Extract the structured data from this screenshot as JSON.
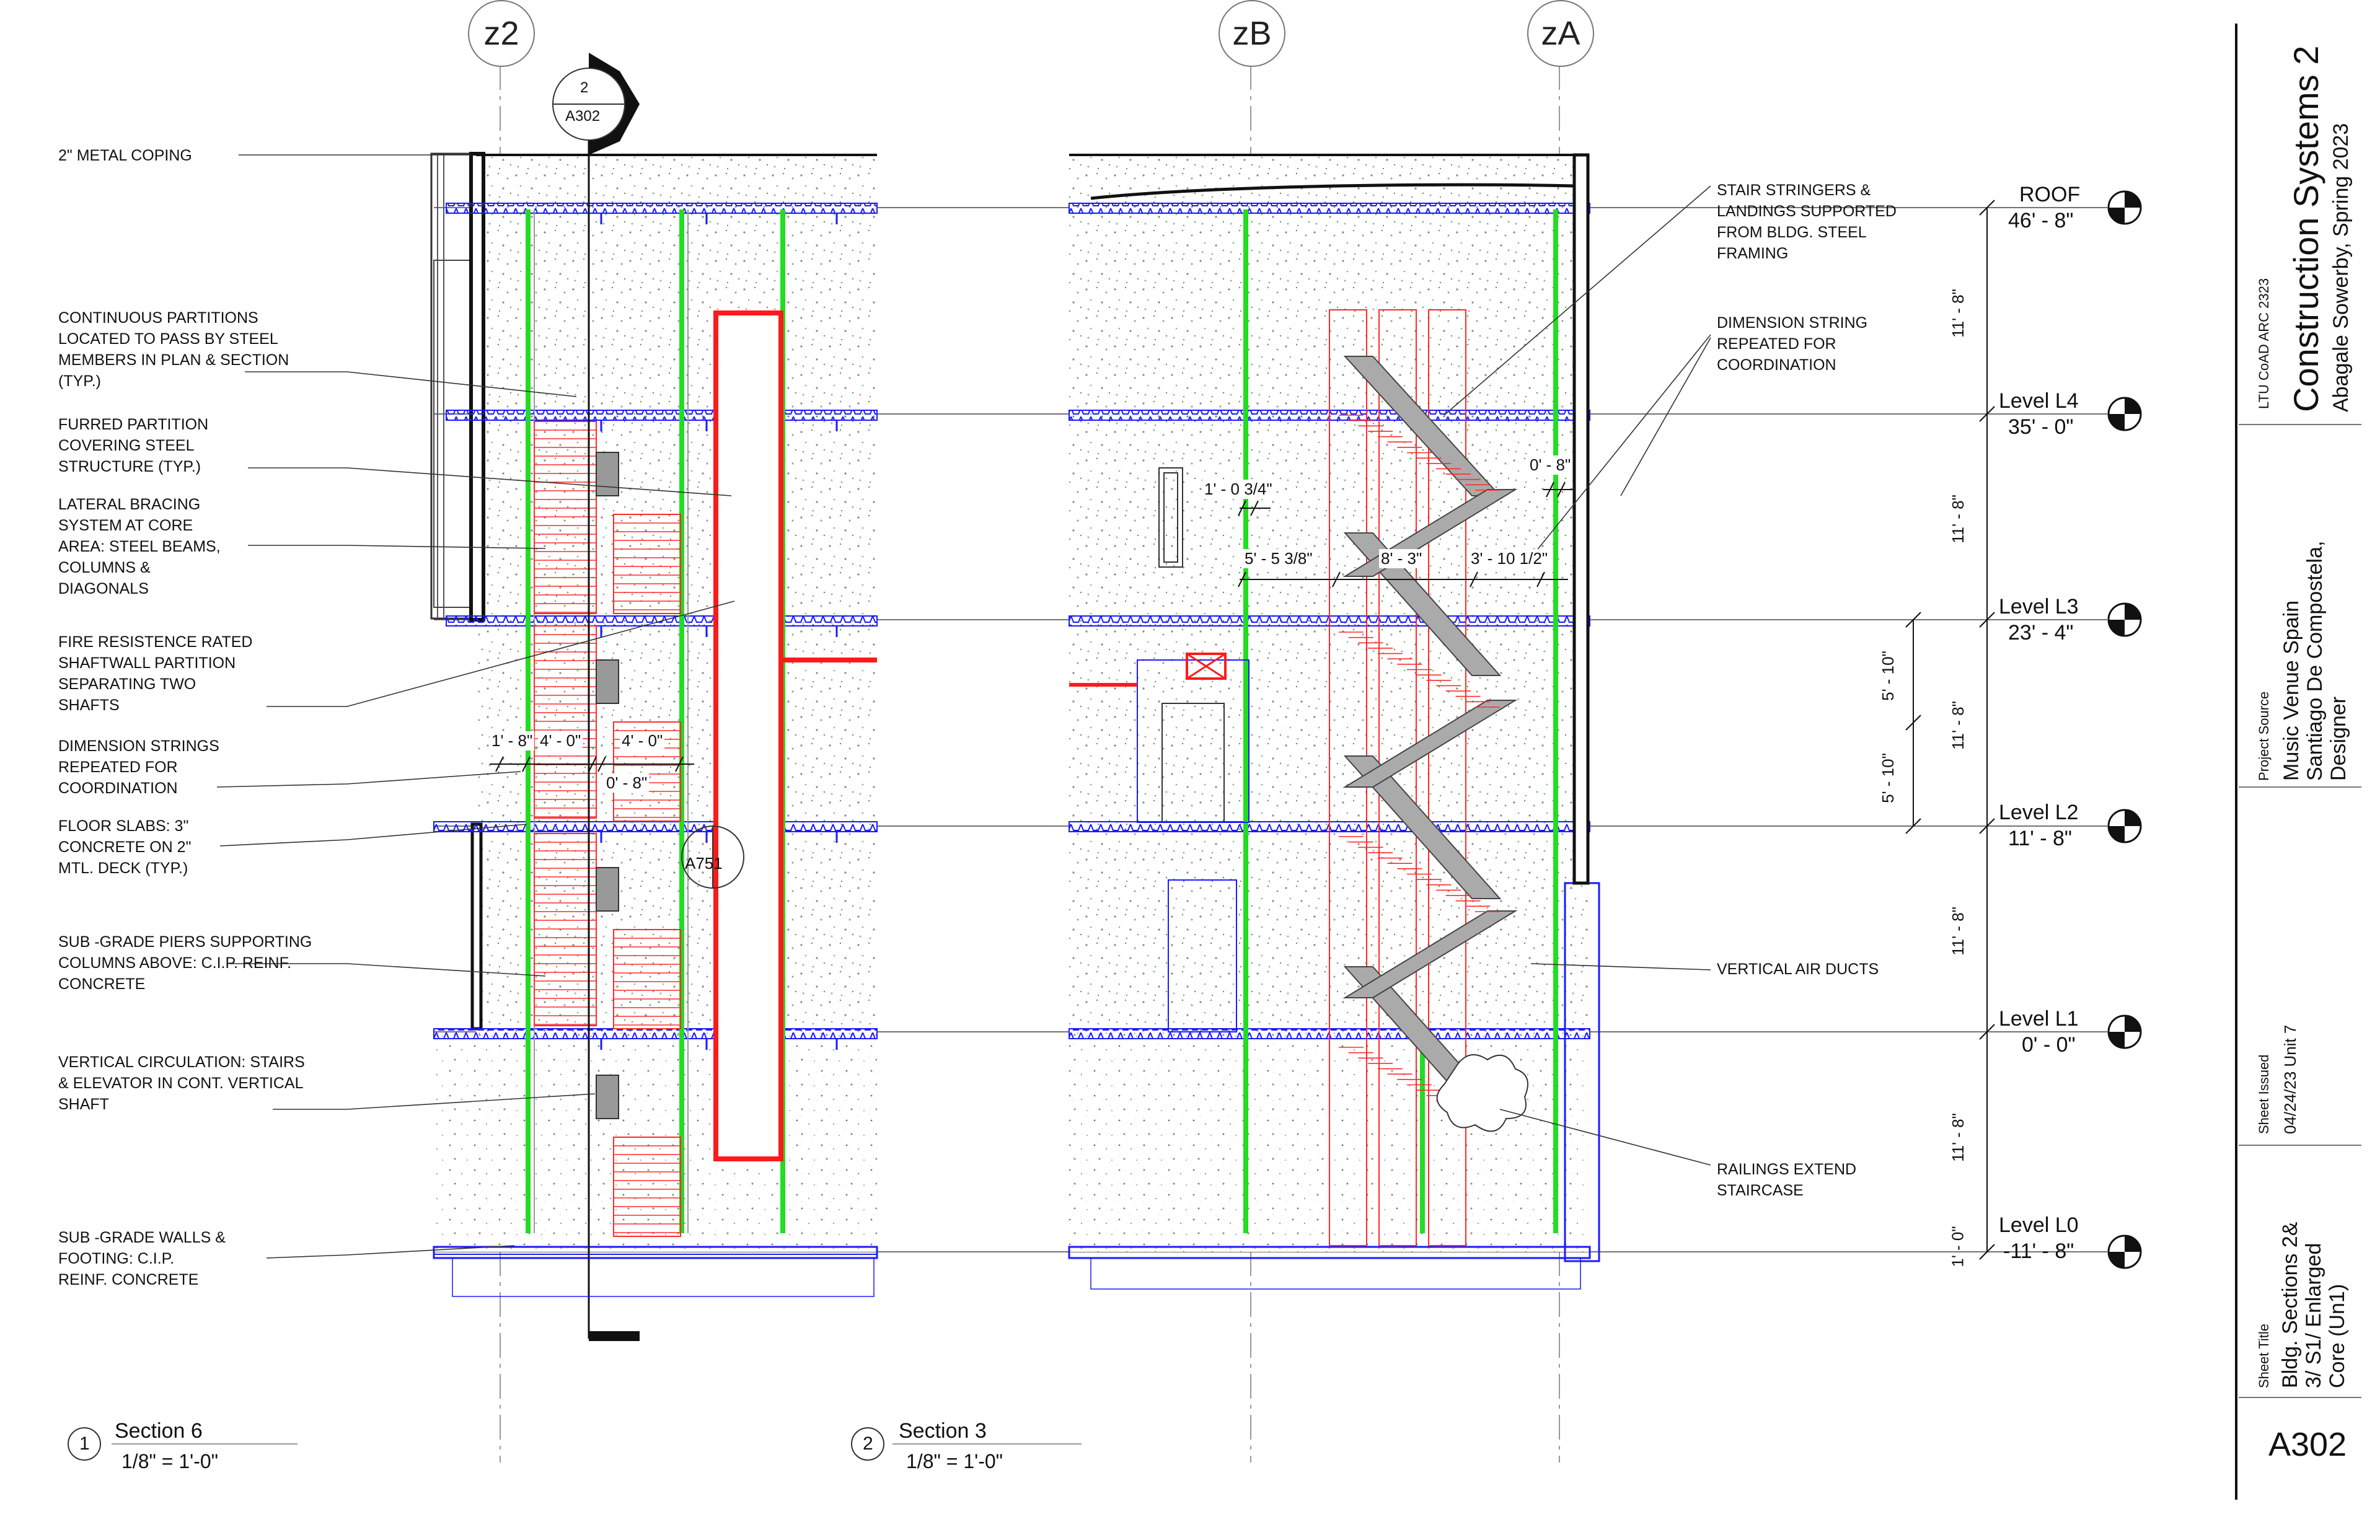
{
  "grid_lines": {
    "z2": "z2",
    "zB": "zB",
    "zA": "zA"
  },
  "section_marker": {
    "number": "2",
    "sheet": "A302"
  },
  "detail_marker": {
    "sheet": "A751"
  },
  "notes_left": [
    "2\" METAL COPING",
    "CONTINUOUS PARTITIONS\nLOCATED TO PASS BY STEEL\nMEMBERS IN PLAN & SECTION\n(TYP.)",
    "FURRED PARTITION\nCOVERING STEEL\nSTRUCTURE (TYP.)",
    "LATERAL BRACING\nSYSTEM AT CORE\nAREA: STEEL BEAMS,\nCOLUMNS &\nDIAGONALS",
    "FIRE RESISTENCE RATED\nSHAFTWALL PARTITION\nSEPARATING TWO\nSHAFTS",
    "DIMENSION STRINGS\nREPEATED FOR\nCOORDINATION",
    "FLOOR SLABS: 3\"\nCONCRETE ON 2\"\nMTL. DECK (TYP.)",
    "SUB -GRADE PIERS SUPPORTING\nCOLUMNS ABOVE: C.I.P. REINF.\nCONCRETE",
    "VERTICAL CIRCULATION: STAIRS\n& ELEVATOR IN CONT. VERTICAL\nSHAFT",
    "SUB -GRADE WALLS &\nFOOTING: C.I.P.\nREINF. CONCRETE"
  ],
  "notes_right": [
    "STAIR STRINGERS &\nLANDINGS SUPPORTED\nFROM BLDG. STEEL\nFRAMING",
    "DIMENSION STRING\nREPEATED FOR\nCOORDINATION",
    "VERTICAL AIR DUCTS",
    "RAILINGS EXTEND\nSTAIRCASE"
  ],
  "dimensions_section6": [
    "1' - 8\"",
    "4' - 0\"",
    "4' - 0\"",
    "0' - 8\""
  ],
  "dimensions_section3": [
    "1' - 0 3/4\"",
    "5' - 5 3/8\"",
    "8' - 3\"",
    "3' - 10 1/2\"",
    "0' - 8\""
  ],
  "level_heights": [
    "11' - 8\"",
    "11' - 8\"",
    "11' - 8\"",
    "11' - 8\"",
    "11' - 8\"",
    "1' - 0\""
  ],
  "level_split": [
    "5' - 10\"",
    "5' - 10\""
  ],
  "levels": [
    {
      "name": "ROOF",
      "elev": "46' - 8\""
    },
    {
      "name": "Level L4",
      "elev": "35' - 0\""
    },
    {
      "name": "Level L3",
      "elev": "23' - 4\""
    },
    {
      "name": "Level L2",
      "elev": "11' - 8\""
    },
    {
      "name": "Level L1",
      "elev": "0' - 0\""
    },
    {
      "name": "Level L0",
      "elev": "-11' - 8\""
    }
  ],
  "views": [
    {
      "number": "1",
      "title": "Section 6",
      "scale": "1/8\" = 1'-0\""
    },
    {
      "number": "2",
      "title": "Section 3",
      "scale": "1/8\" = 1'-0\""
    }
  ],
  "title_block": {
    "course": "LTU CoAD ARC 2323",
    "class_name": "Construction Systems 2",
    "designer": "Abagale Sowerby, Spring 2023",
    "project_source_label": "Project Source",
    "project_source": "Music Venue Spain\nSantiago De Compostela,\nDesigner",
    "sheet_issued_label": "Sheet Issued",
    "sheet_issued": "04/24/23 Unit 7",
    "sheet_title_label": "Sheet Title",
    "sheet_title": "Bldg. Sections 2&\n3/ S1/ Enlarged\nCore (Un1)",
    "sheet_number": "A302"
  },
  "colors": {
    "structure": "#1a1aff",
    "columns": "#22dd22",
    "stairs": "#ff2a2a",
    "concrete_dots": "#2e9e2e",
    "ink": "#111111"
  }
}
